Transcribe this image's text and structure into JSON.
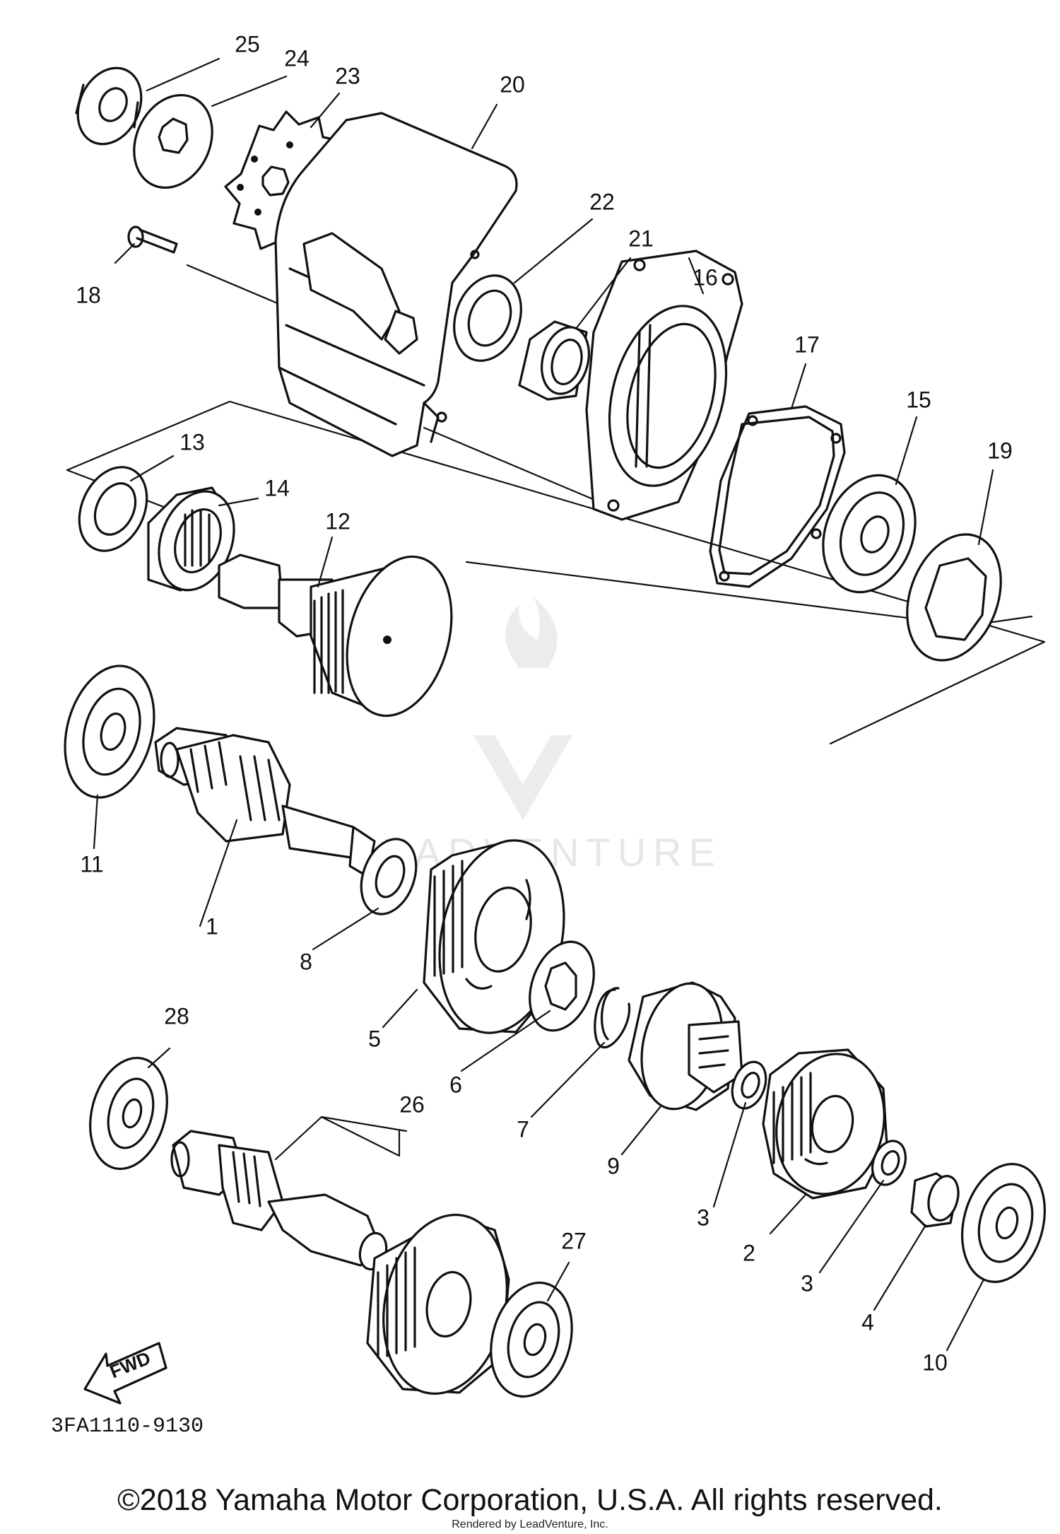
{
  "diagram": {
    "part_labels": [
      "1",
      "2",
      "3",
      "3",
      "4",
      "5",
      "6",
      "7",
      "8",
      "9",
      "10",
      "11",
      "12",
      "13",
      "14",
      "15",
      "16",
      "17",
      "18",
      "19",
      "20",
      "21",
      "22",
      "23",
      "24",
      "25",
      "26",
      "27",
      "28"
    ],
    "drawing_code": "3FA1110-9130",
    "direction_label": "FWD",
    "watermark": "LEADVENTURE"
  },
  "footer": {
    "copyright": "©2018 Yamaha Motor Corporation, U.S.A. All rights reserved.",
    "rendered_by": "Rendered by LeadVenture, Inc."
  }
}
